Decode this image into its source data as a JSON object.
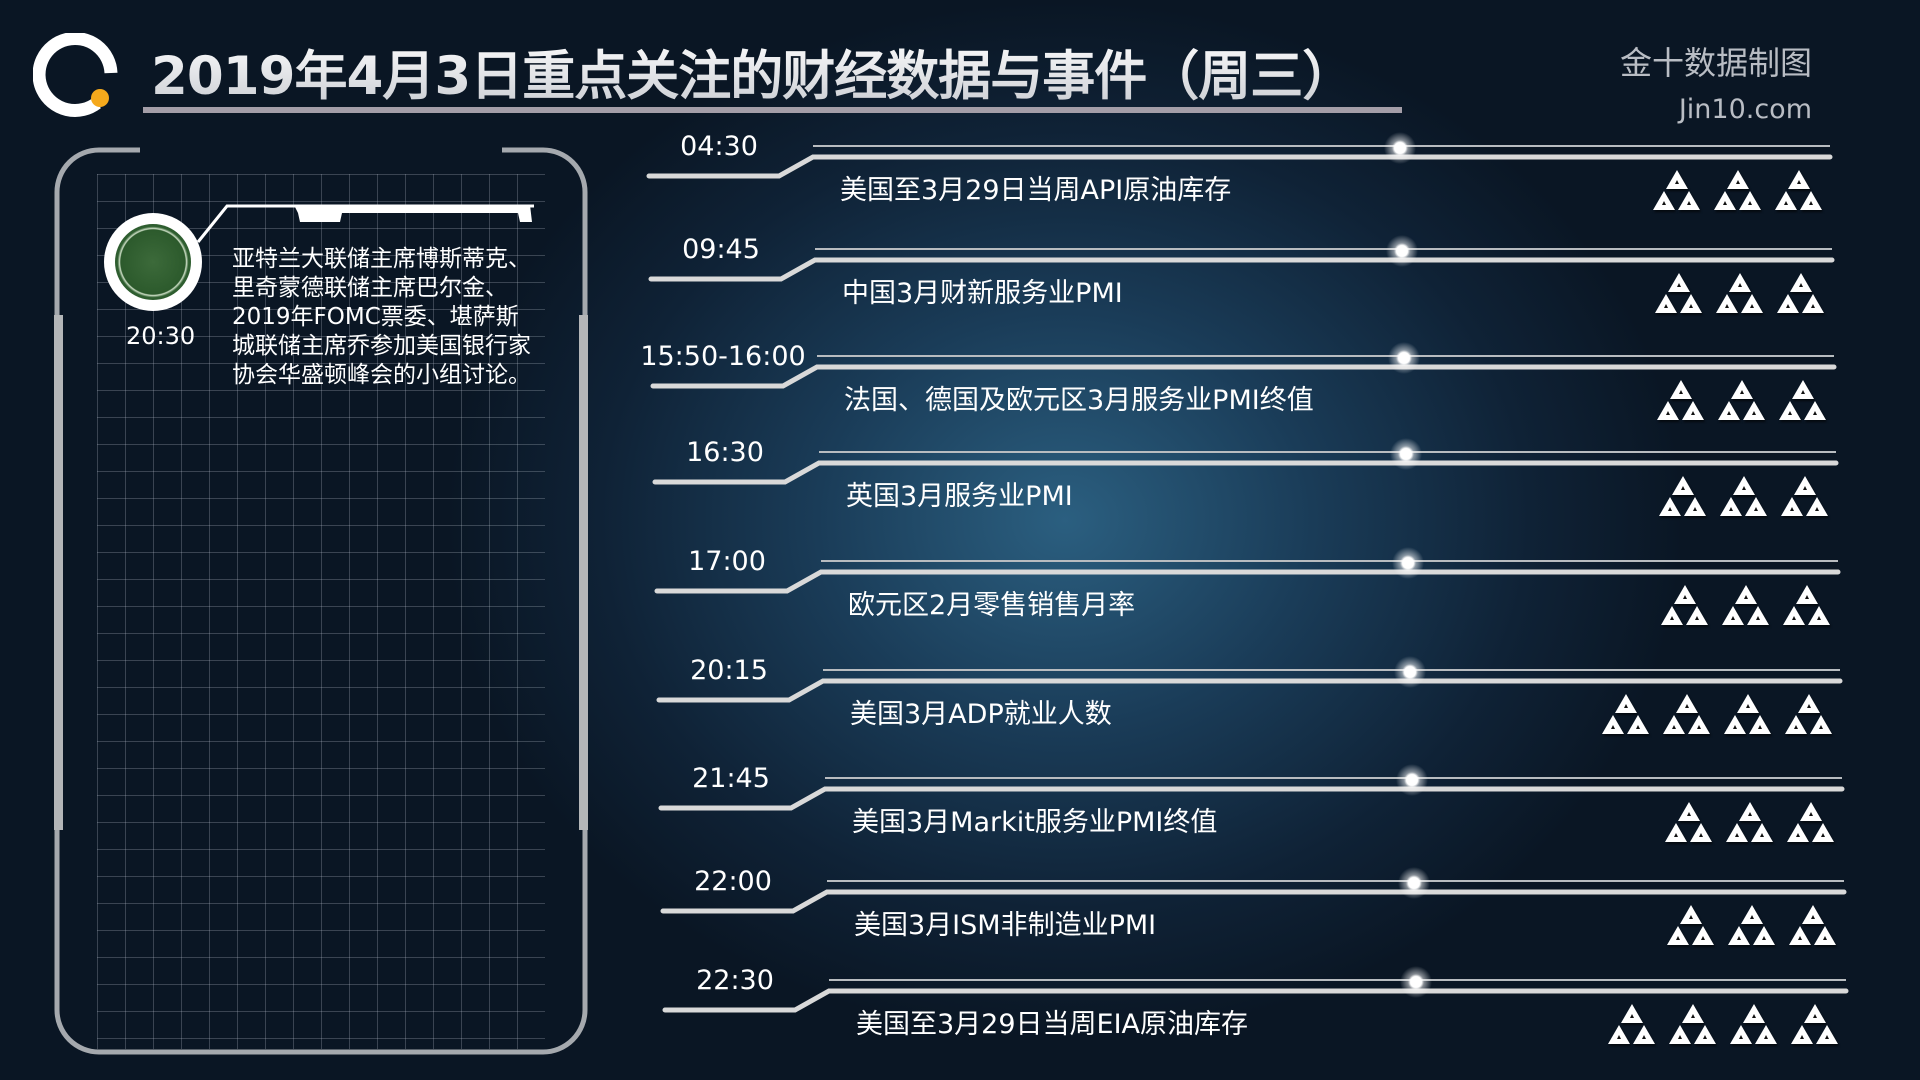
{
  "header": {
    "title": "2019年4月3日重点关注的财经数据与事件（周三）",
    "brand_cn": "金十数据制图",
    "brand_en": "Jin10.com",
    "logo_colors": {
      "ring": "#ffffff",
      "dot": "#f5a91c"
    }
  },
  "feature": {
    "icon": "federal-reserve-seal",
    "time": "20:30",
    "text": "亚特兰大联储主席博斯蒂克、里奇蒙德联储主席巴尔金、2019年FOMC票委、堪萨斯城联储主席乔参加美国银行家协会华盛顿峰会的小组讨论。"
  },
  "events": [
    {
      "time": "04:30",
      "title": "美国至3月29日当周API原油库存",
      "importance": 3
    },
    {
      "time": "09:45",
      "title": "中国3月财新服务业PMI",
      "importance": 3
    },
    {
      "time": "15:50-16:00",
      "title": "法国、德国及欧元区3月服务业PMI终值",
      "importance": 3
    },
    {
      "time": "16:30",
      "title": "英国3月服务业PMI",
      "importance": 3
    },
    {
      "time": "17:00",
      "title": "欧元区2月零售销售月率",
      "importance": 3
    },
    {
      "time": "20:15",
      "title": "美国3月ADP就业人数",
      "importance": 4
    },
    {
      "time": "21:45",
      "title": "美国3月Markit服务业PMI终值",
      "importance": 3
    },
    {
      "time": "22:00",
      "title": "美国3月ISM非制造业PMI",
      "importance": 3
    },
    {
      "time": "22:30",
      "title": "美国至3月29日当周EIA原油库存",
      "importance": 4
    }
  ]
}
